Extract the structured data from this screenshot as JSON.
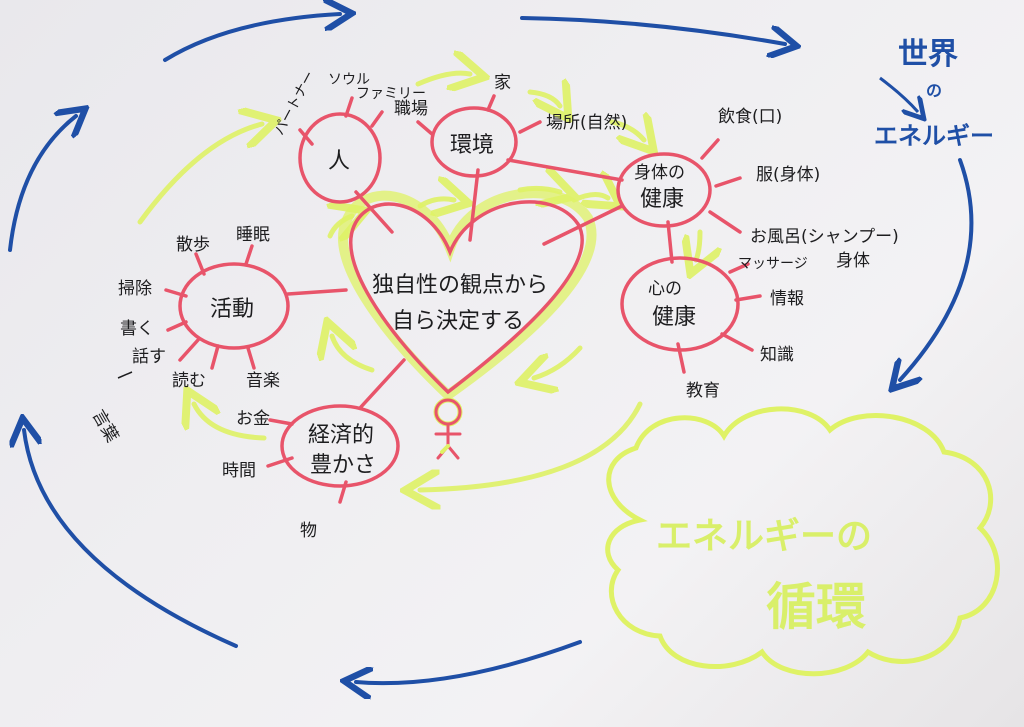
{
  "center": {
    "line1": "独自性の観点から",
    "line2": "自ら決定する"
  },
  "nodes": {
    "hito": "人",
    "kankyo": "環境",
    "shintai": {
      "line1": "身体の",
      "line2": "健康"
    },
    "kokoro": {
      "line1": "心の",
      "line2": "健康"
    },
    "katsudo": "活動",
    "keizai": {
      "line1": "経済的",
      "line2": "豊かさ"
    }
  },
  "labels": {
    "partner": "パートナー",
    "soul": "ソウル",
    "family": "ファミリー",
    "shokuba": "職場",
    "ie": "家",
    "basho": "場所(自然)",
    "inshoku": "飲食(口)",
    "fuku": "服(身体)",
    "ofuro": "お風呂(シャンプー)",
    "shintai2": "身体",
    "massage": "マッサージ",
    "joho": "情報",
    "chishiki": "知識",
    "kyoiku": "教育",
    "sampo": "散歩",
    "suimin": "睡眠",
    "soji": "掃除",
    "kaku": "書く",
    "hanasu": "話す",
    "yomu": "読む",
    "kotoba": "言葉",
    "ongaku": "音楽",
    "okane": "お金",
    "jikan": "時間",
    "mono": "物"
  },
  "world": {
    "line1": "世界",
    "line2": "の",
    "line3": "エネルギー"
  },
  "cloud": {
    "line1": "エネルギーの",
    "line2": "循環"
  },
  "colors": {
    "red": "#e8546a",
    "yellow": "#dff266",
    "blue": "#1f4fa6",
    "ink": "#1d1d1f"
  }
}
